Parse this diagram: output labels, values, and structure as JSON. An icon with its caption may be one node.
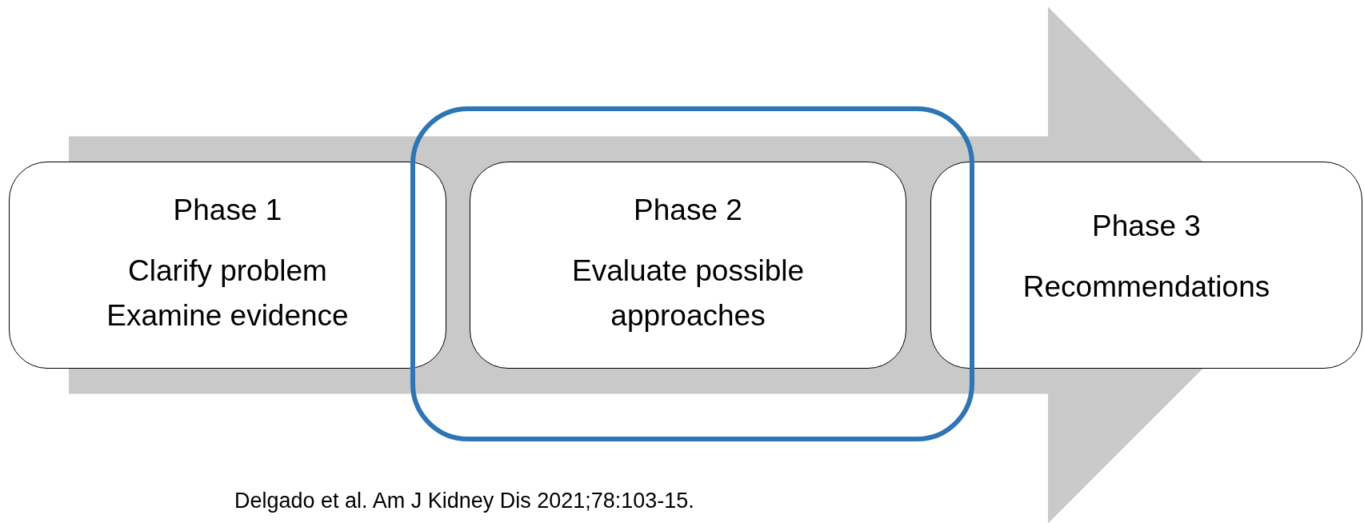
{
  "diagram": {
    "nodes": [
      {
        "text": [
          "Phase 1",
          "Clarify problem Examine evidence"
        ]
      },
      {
        "text": [],
        "shape": "box"
      },
      {
        "text": [
          "Phase 2",
          "Evaluate possible approaches"
        ],
        "in": 1
      },
      {
        "text": [
          "Phase 3",
          "Recommendations"
        ]
      }
    ],
    "edges": [
      {
        "from": 0,
        "to": 3,
        "arrow": "to",
        "style": "thick",
        "color": "#c9c9c9"
      }
    ],
    "labels": [
      "Delgado et al. Am J Kidney Dis 2021;78:103-15."
    ]
  }
}
